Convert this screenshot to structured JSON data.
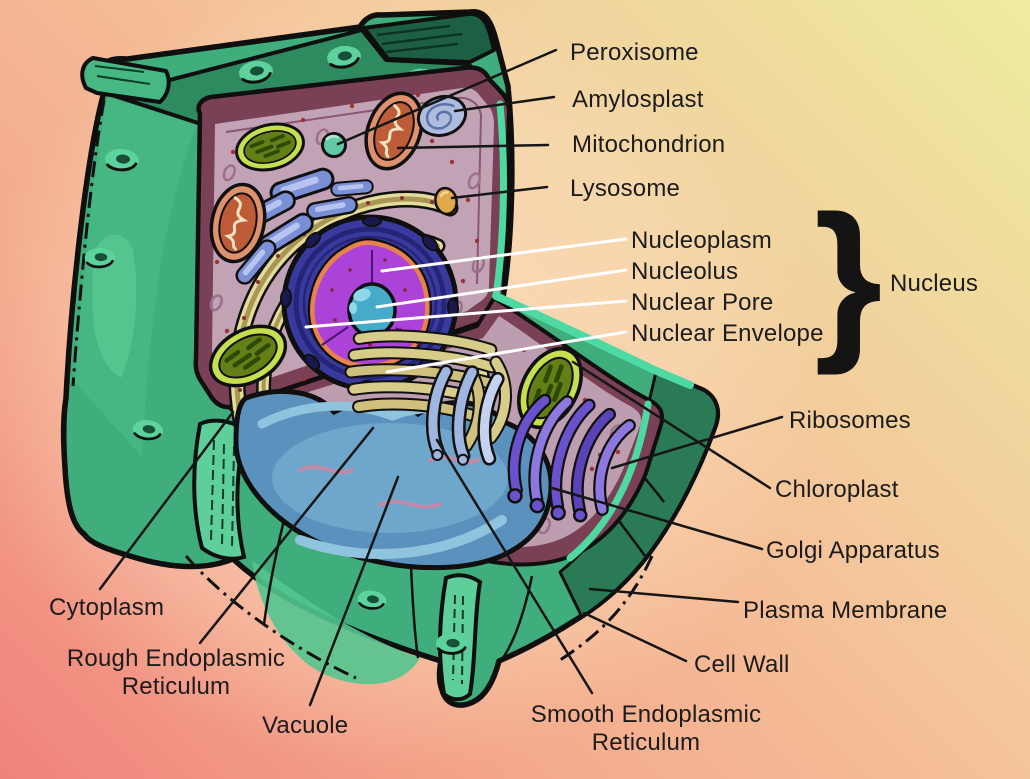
{
  "labels": {
    "peroxisome": "Peroxisome",
    "amyloplast": "Amylosplast",
    "mitochondrion": "Mitochondrion",
    "lysosome": "Lysosome",
    "nucleoplasm": "Nucleoplasm",
    "nucleolus": "Nucleolus",
    "nuclear_pore": "Nuclear Pore",
    "nuclear_envelope": "Nuclear Envelope",
    "nucleus": "Nucleus",
    "nucleus_brace": "}",
    "ribosomes": "Ribosomes",
    "chloroplast": "Chloroplast",
    "golgi_apparatus": "Golgi Apparatus",
    "plasma_membrane": "Plasma Membrane",
    "cell_wall": "Cell Wall",
    "cytoplasm": "Cytoplasm",
    "rough_endoplasmic_reticulum": "Rough Endoplasmic Reticulum",
    "vacuole": "Vacuole",
    "smooth_endoplasmic_reticulum": "Smooth Endoplasmic Reticulum"
  },
  "colors": {
    "background_bottom_left": "#f0837c",
    "background_top_right": "#eeeb9e",
    "cell_wall_green": "#3fae7c",
    "cell_wall_dark_green": "#2a7a55",
    "cell_wall_mint": "#5ecf9a",
    "cytoplasm_pink": "#c2a3b5",
    "panel_border_maroon": "#7a4156",
    "nucleus_blue": "#3a3a9e",
    "nucleoplasm_magenta": "#ab43d9",
    "nuclear_envelope_orange": "#e8824d",
    "nucleolus_teal": "#45abc8",
    "mitochondrion_orange": "#dd916c",
    "chloroplast_olive": "#647f15",
    "chloroplast_rim": "#c6df4f",
    "amyloplast_blue": "#aebdde",
    "lysosome_gold": "#e2a94b",
    "peroxisome_teal": "#62c8a5",
    "er_khaki": "#d8cc8a",
    "smooth_er_blue": "#9fb6e0",
    "golgi_purple": "#6a52cc",
    "vacuole_blue": "#5b92bd",
    "ribosome_dot_red": "#9c3333",
    "leader_line_black": "#161616",
    "leader_line_white": "#ffffff",
    "label_text": "#1c1c1c"
  }
}
